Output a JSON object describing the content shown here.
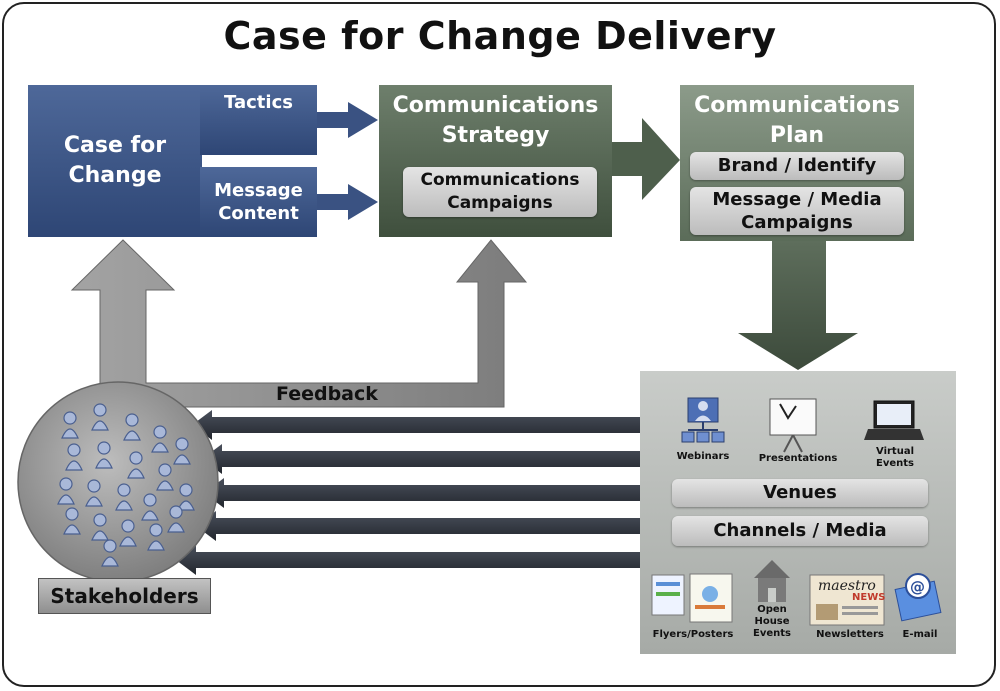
{
  "title": "Case for Change Delivery",
  "case_for_change": {
    "line1": "Case for",
    "line2": "Change"
  },
  "tactics": "Tactics",
  "message_content": {
    "line1": "Message",
    "line2": "Content"
  },
  "strategy": {
    "line1": "Communications",
    "line2": "Strategy",
    "campaigns_line1": "Communications",
    "campaigns_line2": "Campaigns"
  },
  "plan": {
    "line1": "Communications",
    "line2": "Plan",
    "brand": "Brand / Identify",
    "media_line1": "Message / Media",
    "media_line2": "Campaigns"
  },
  "feedback": "Feedback",
  "stakeholders": "Stakeholders",
  "venues_panel": {
    "top_icons": [
      {
        "label": "Webinars",
        "icon": "webinar-icon"
      },
      {
        "label": "Presentations",
        "icon": "presentation-icon"
      },
      {
        "label_line1": "Virtual",
        "label_line2": "Events",
        "icon": "laptop-icon"
      }
    ],
    "venues": "Venues",
    "channels": "Channels / Media",
    "bottom_icons": [
      {
        "label": "Flyers/Posters",
        "icon": "flyer-icon"
      },
      {
        "label_line1": "Open",
        "label_line2": "House",
        "label_line3": "Events",
        "icon": "house-icon"
      },
      {
        "label": "Newsletters",
        "icon": "newsletter-icon"
      },
      {
        "label": "E-mail",
        "icon": "email-icon"
      }
    ],
    "brand_text": "maestro",
    "news_text": "NEWS"
  },
  "colors": {
    "blue": "#3a5282",
    "dark_green": "#4e5f4c",
    "light_green": "#748572",
    "gray_arrow": "#8e8e8e",
    "dark_arrow": "#343943"
  }
}
